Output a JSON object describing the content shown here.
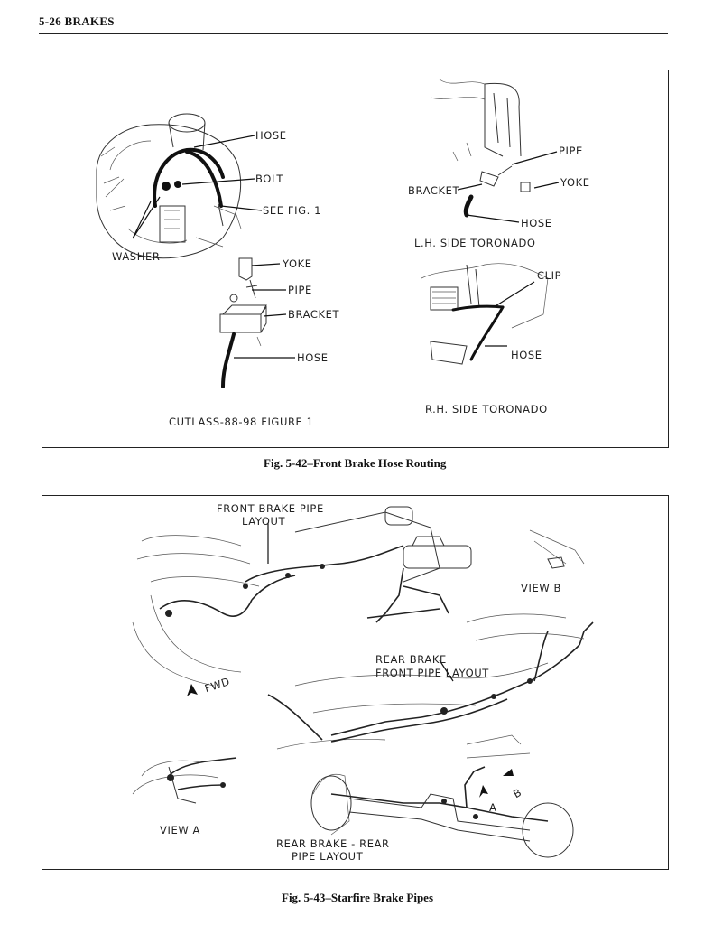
{
  "header": {
    "page_label": "5-26  BRAKES"
  },
  "figure1": {
    "caption": "Fig. 5-42–Front Brake Hose Routing",
    "labels": {
      "hose_top": "HOSE",
      "bolt": "BOLT",
      "see_fig": "SEE FIG. 1",
      "washer": "WASHER",
      "yoke_left": "YOKE",
      "pipe_left": "PIPE",
      "bracket_left": "BRACKET",
      "hose_left": "HOSE",
      "cutlass_title": "CUTLASS-88-98 FIGURE 1",
      "pipe_right": "PIPE",
      "yoke_right": "YOKE",
      "bracket_right": "BRACKET",
      "hose_right": "HOSE",
      "lh_title": "L.H.  SIDE TORONADO",
      "clip": "CLIP",
      "hose_rh": "HOSE",
      "rh_title": "R.H.  SIDE TORONADO"
    }
  },
  "figure2": {
    "caption": "Fig. 5-43–Starfire Brake Pipes",
    "labels": {
      "front_layout_1": "FRONT BRAKE PIPE",
      "front_layout_2": "LAYOUT",
      "view_b": "VIEW B",
      "rear_front_1": "REAR BRAKE",
      "rear_front_2": "FRONT PIPE LAYOUT",
      "fwd": "FWD",
      "view_a": "VIEW A",
      "rear_rear_1": "REAR BRAKE - REAR",
      "rear_rear_2": "PIPE LAYOUT",
      "arrow_a": "A",
      "arrow_b": "B"
    }
  }
}
